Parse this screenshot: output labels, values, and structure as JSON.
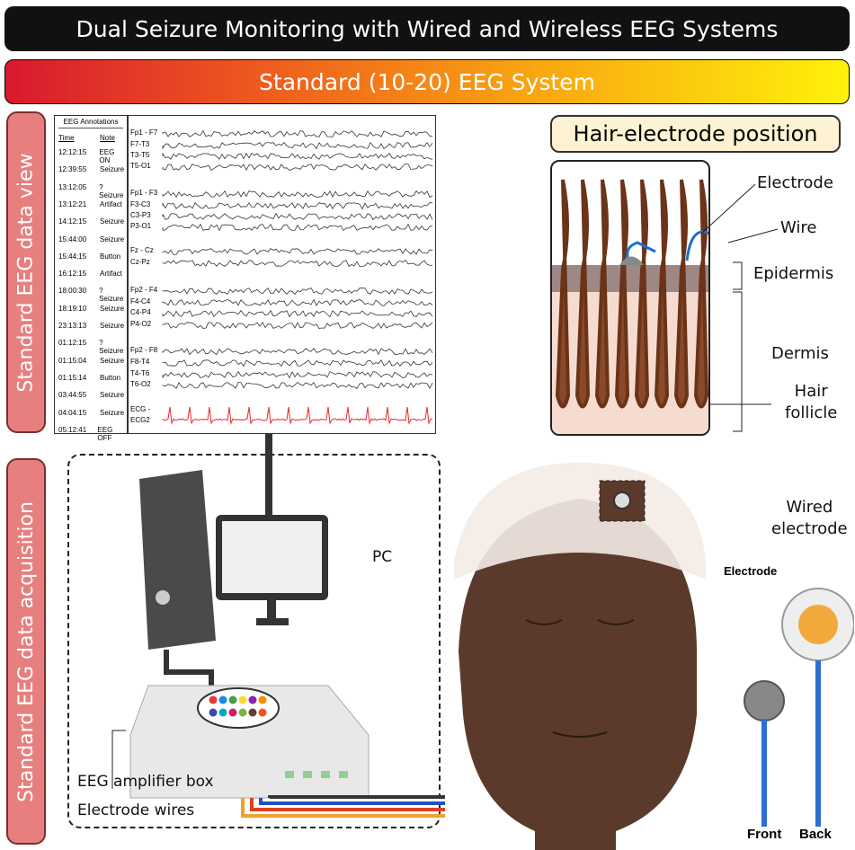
{
  "title": "Dual Seizure Monitoring with Wired and Wireless EEG Systems",
  "subtitle": "Standard (10-20) EEG System",
  "side_labels": {
    "view": "Standard EEG data view",
    "acquisition": "Standard EEG data acquisition"
  },
  "eeg_panel": {
    "annotations_title": "EEG Annotations",
    "columns": [
      "Time",
      "Note"
    ],
    "rows": [
      [
        "12:12:15",
        "EEG ON"
      ],
      [
        "12:39:55",
        "Seizure"
      ],
      [
        "13:12:05",
        "?Seizure"
      ],
      [
        "13:12:21",
        "Artifact"
      ],
      [
        "14:12:15",
        "Seizure"
      ],
      [
        "15:44:00",
        "Seizure"
      ],
      [
        "15:44:15",
        "Button"
      ],
      [
        "16:12:15",
        "Artifact"
      ],
      [
        "18:00:30",
        "?Seizure"
      ],
      [
        "18:19:10",
        "Seizure"
      ],
      [
        "23:13:13",
        "Seizure"
      ],
      [
        "01:12:15",
        "?Seizure"
      ],
      [
        "01:15:04",
        "Seizure"
      ],
      [
        "01:15:14",
        "Button"
      ],
      [
        "03:44:55",
        "Seizure"
      ],
      [
        "04:04:15",
        "Seizure"
      ],
      [
        "05:12:41",
        "EEG OFF"
      ]
    ],
    "channels": [
      "Fp1 - F7",
      "F7-T3",
      "T3-T5",
      "T5-O1",
      "Fp1 - F3",
      "F3-C3",
      "C3-P3",
      "P3-O1",
      "Fz - Cz",
      "Cz-Pz",
      "Fp2 - F4",
      "F4-C4",
      "C4-P4",
      "P4-O2",
      "Fp2 - F8",
      "F8-T4",
      "T4-T6",
      "T6-O2",
      "ECG -",
      "ECG2"
    ]
  },
  "hair": {
    "header": "Hair-electrode position",
    "labels": {
      "electrode": "Electrode",
      "wire": "Wire",
      "epidermis": "Epidermis",
      "dermis": "Dermis",
      "hair_follicle_1": "Hair",
      "hair_follicle_2": "follicle"
    }
  },
  "acquisition": {
    "pc": "PC",
    "amplifier": "EEG amplifier box",
    "wires": "Electrode wires"
  },
  "head": {
    "wired_1": "Wired",
    "wired_2": "electrode",
    "electrode": "Electrode",
    "front": "Front",
    "back": "Back"
  },
  "colors": {
    "ecg": "#e8262b",
    "side": "#e77f7f",
    "hair_header": "#fdf3d2"
  }
}
